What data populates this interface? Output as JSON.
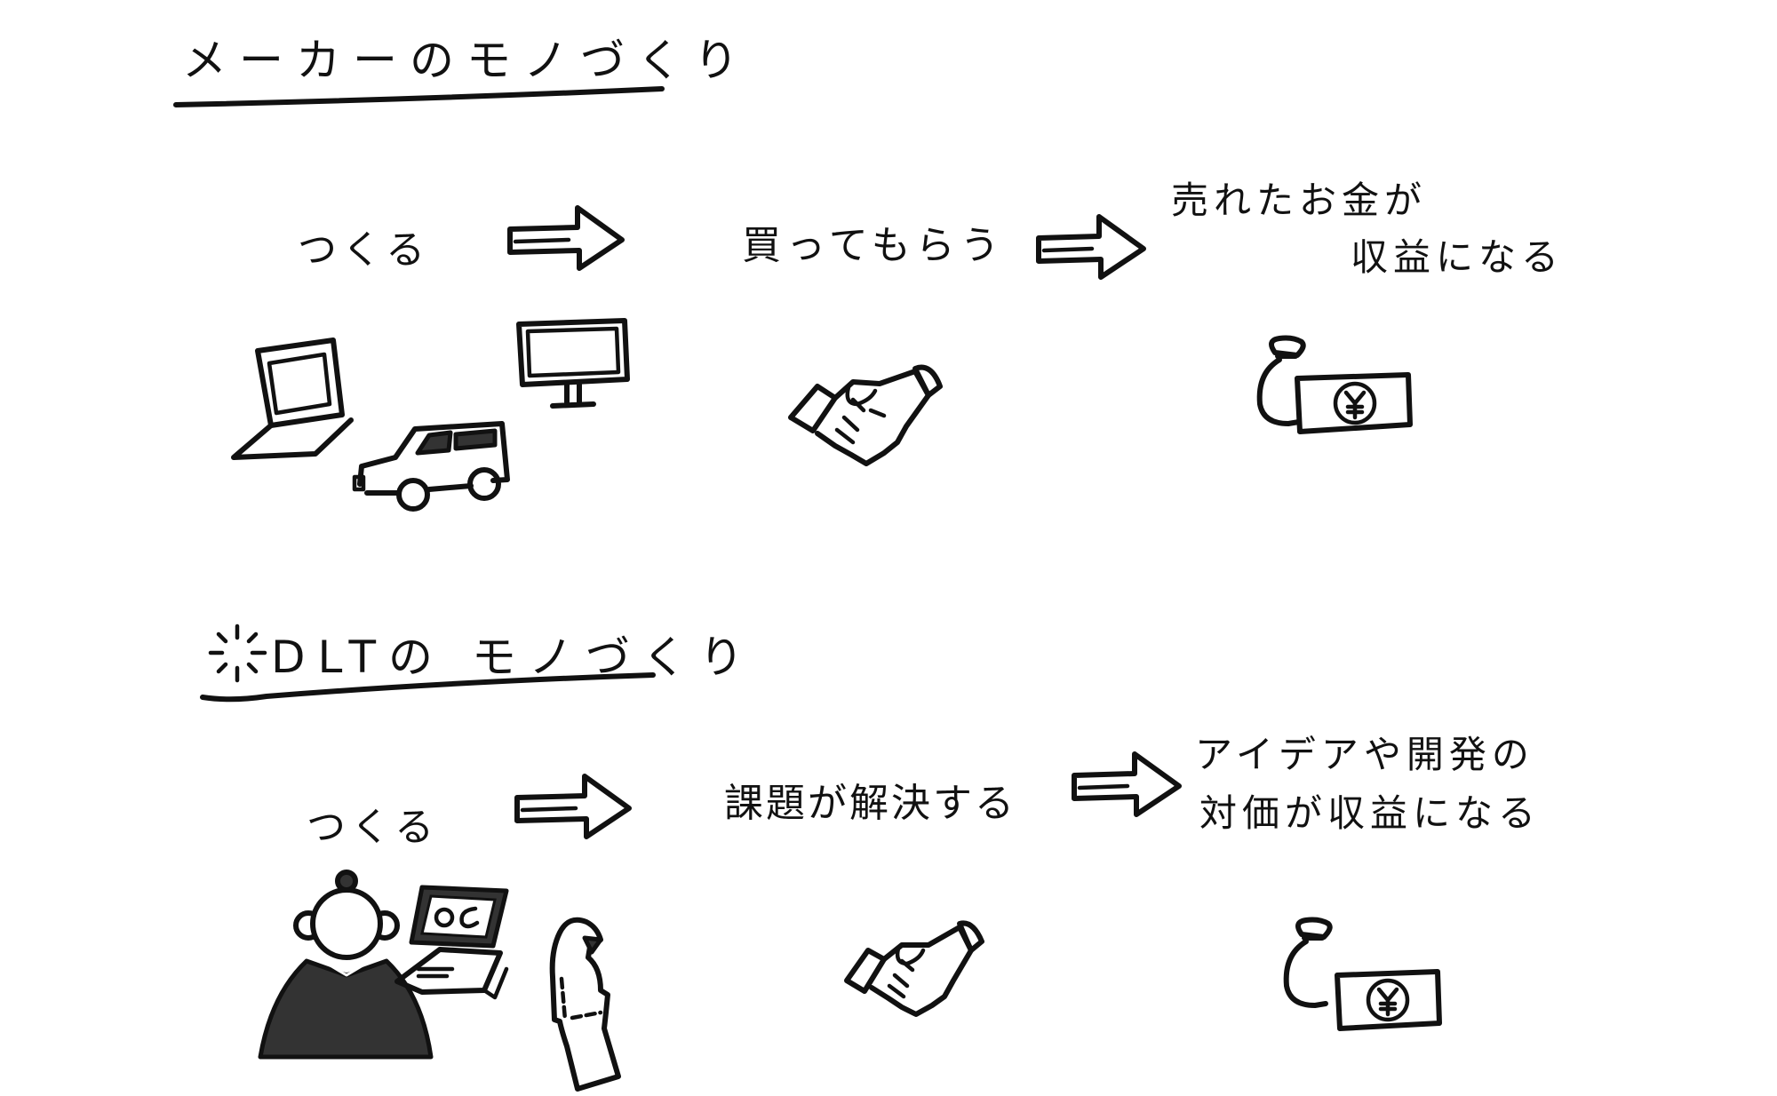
{
  "sections": [
    {
      "id": "maker",
      "title": "メーカーのモノづくり",
      "title_icon": null,
      "steps": [
        {
          "label": "つくる",
          "illustration": [
            "laptop-icon",
            "car-icon",
            "monitor-icon"
          ]
        },
        {
          "label": "買ってもらう",
          "illustration": [
            "handshake-icon"
          ]
        },
        {
          "label_lines": [
            "売れたお金が",
            "収益になる"
          ],
          "illustration": [
            "money-bag-icon",
            "yen-banknote-icon"
          ]
        }
      ],
      "arrows": [
        "arrow-right-icon",
        "arrow-right-icon"
      ]
    },
    {
      "id": "dlt",
      "title": "DLTの モノづくり",
      "title_icon": "sparkle-icon",
      "steps": [
        {
          "label": "つくる",
          "illustration": [
            "developer-person-icon",
            "computer-icon",
            "hooded-person-icon"
          ]
        },
        {
          "label": "課題が解決する",
          "illustration": [
            "handshake-icon"
          ]
        },
        {
          "label_lines": [
            "アイデアや開発の",
            "対価が収益になる"
          ],
          "illustration": [
            "money-bag-icon",
            "yen-banknote-icon"
          ]
        }
      ],
      "arrows": [
        "arrow-right-icon",
        "arrow-right-icon"
      ]
    }
  ],
  "colors": {
    "ink": "#111111",
    "fill": "#333333",
    "background": "#ffffff"
  }
}
